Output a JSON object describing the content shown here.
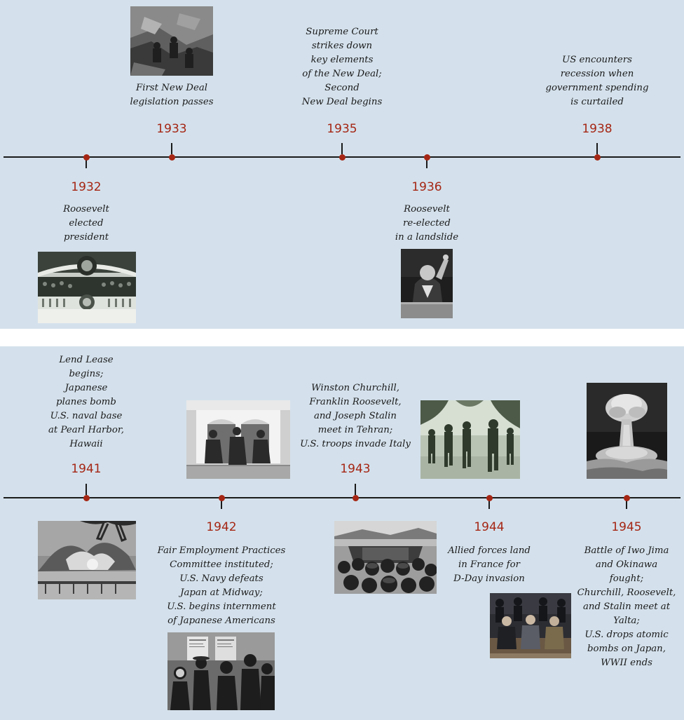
{
  "colors": {
    "panel": "#d4e1ec",
    "accent": "#a52614",
    "axis": "#1a1a1a",
    "text": "#1a1a1a"
  },
  "timeline_top": {
    "events": [
      {
        "year": "1932",
        "caption": [
          "Roosevelt",
          "elected",
          "president"
        ],
        "photo": "inauguration-photo"
      },
      {
        "year": "1933",
        "caption": [
          "First New Deal",
          "legislation passes"
        ],
        "photo": "workers-photo"
      },
      {
        "year": "1935",
        "caption": [
          "Supreme Court",
          "strikes down",
          "key elements",
          "of the New Deal;",
          "Second",
          "New Deal begins"
        ]
      },
      {
        "year": "1936",
        "caption": [
          "Roosevelt",
          "re-elected",
          "in a landslide"
        ],
        "photo": "roosevelt-speech-photo"
      },
      {
        "year": "1938",
        "caption": [
          "US encounters",
          "recession when",
          "government spending",
          "is curtailed"
        ]
      }
    ]
  },
  "timeline_bottom": {
    "events": [
      {
        "year": "1941",
        "caption": [
          "Lend Lease",
          "begins;",
          "Japanese",
          "planes bomb",
          "U.S. naval base",
          "at Pearl Harbor,",
          "Hawaii"
        ],
        "photo": "pearl-harbor-photo"
      },
      {
        "year": "1942",
        "caption": [
          "Fair Employment Practices",
          "Committee instituted;",
          "U.S. Navy defeats",
          "Japan at Midway;",
          "U.S. begins internment",
          "of Japanese Americans"
        ],
        "photo": "internment-notice-photo"
      },
      {
        "year": "1943",
        "caption": [
          "Winston Churchill,",
          "Franklin Roosevelt,",
          "and Joseph Stalin",
          "meet in Tehran;",
          "U.S. troops invade Italy"
        ],
        "photo": "tehran-conference-photo"
      },
      {
        "year": "1944",
        "caption": [
          "Allied forces land",
          "in France for",
          "D-Day invasion"
        ],
        "photo": "troops-march-photo"
      },
      {
        "year": "1945",
        "caption": [
          "Battle of Iwo Jima",
          "and Okinawa",
          "fought;",
          "Churchill, Roosevelt,",
          "and Stalin meet at",
          "Yalta;",
          "U.S. drops atomic",
          "bombs on Japan,",
          "WWII ends"
        ],
        "photo": "mushroom-cloud-photo"
      }
    ],
    "extra_photos": [
      "landing-craft-photo",
      "yalta-conference-photo"
    ]
  }
}
